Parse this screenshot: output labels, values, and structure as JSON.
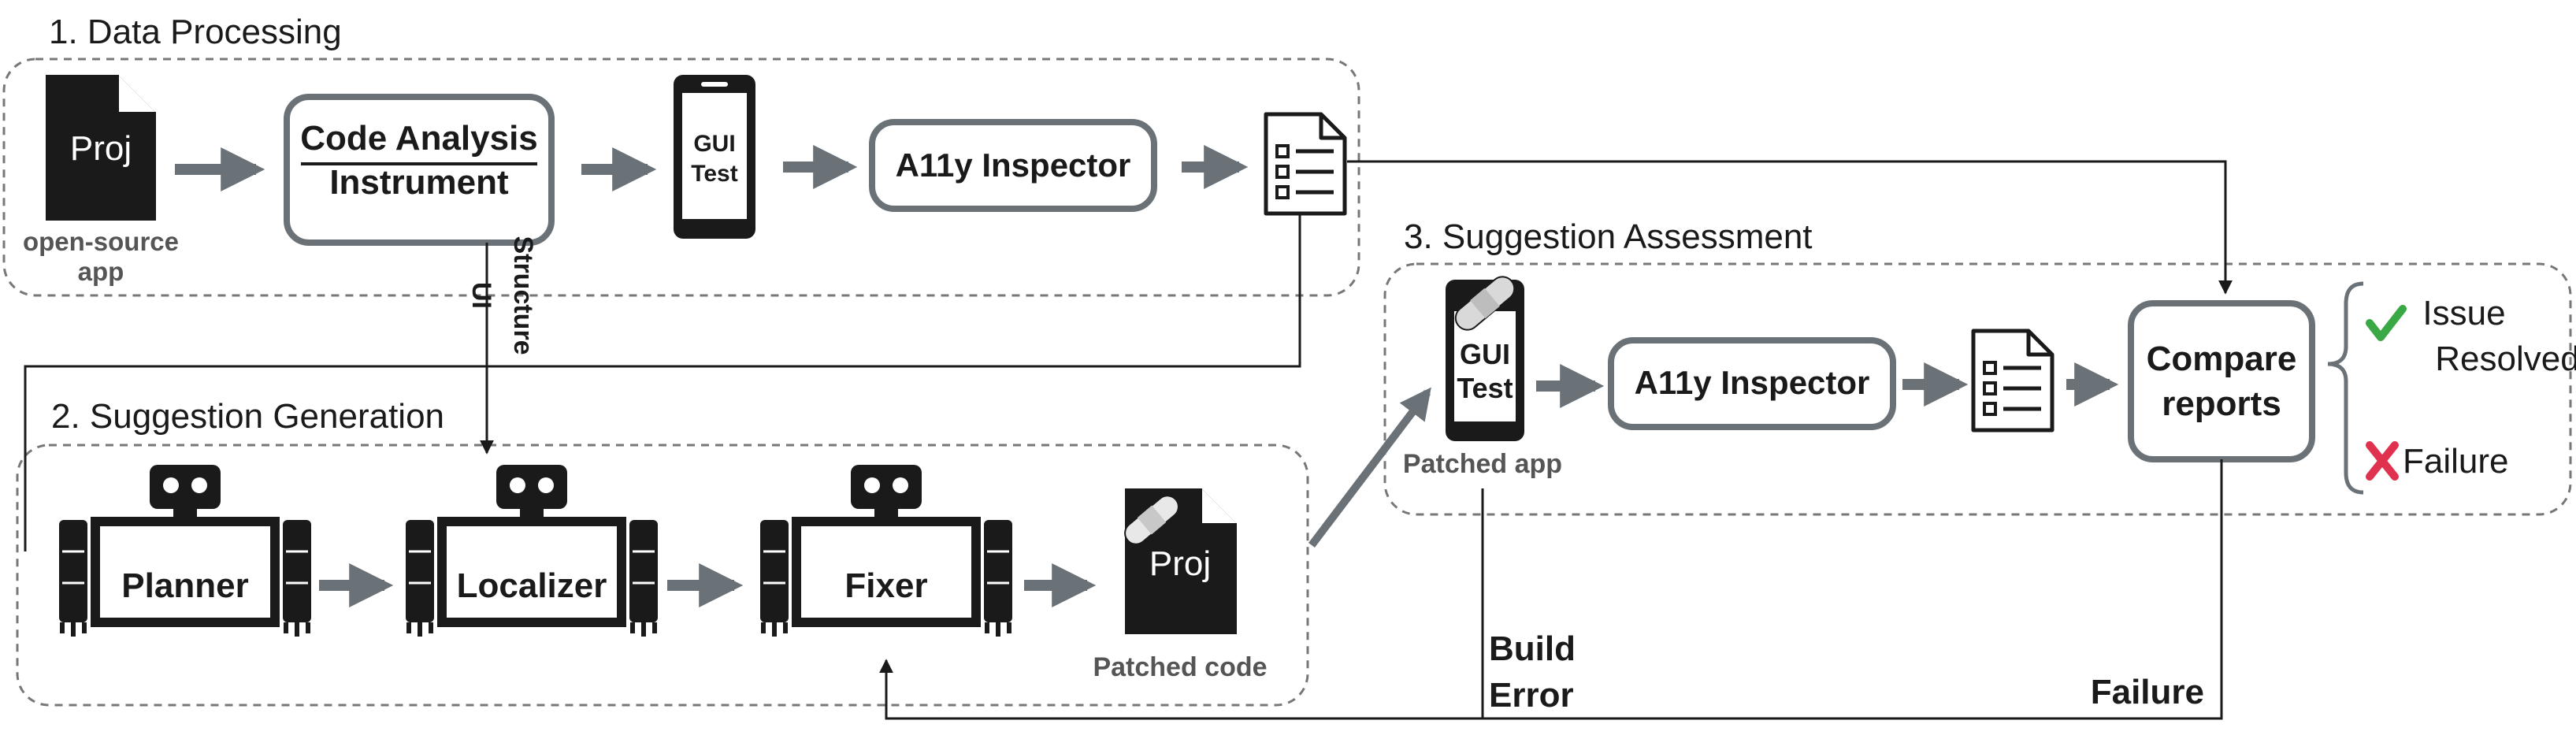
{
  "sections": {
    "data_processing": "1. Data Processing",
    "suggestion_generation": "2. Suggestion Generation",
    "suggestion_assessment": "3. Suggestion Assessment"
  },
  "nodes": {
    "proj_doc": "Proj",
    "open_source_line1": "open-source",
    "open_source_line2": "app",
    "code_analysis": "Code Analysis",
    "instrument": "Instrument",
    "gui_test_line1": "GUI",
    "gui_test_line2": "Test",
    "a11y_inspector": "A11y Inspector",
    "ui_label": "UI",
    "structure_label": "Structure",
    "planner": "Planner",
    "localizer": "Localizer",
    "fixer": "Fixer",
    "patched_proj": "Proj",
    "patched_code": "Patched code",
    "patched_gui_line1": "GUI",
    "patched_gui_line2": "Test",
    "patched_app": "Patched app",
    "a11y_inspector_2": "A11y Inspector",
    "compare_line1": "Compare",
    "compare_line2": "reports",
    "issue_line1": "Issue",
    "issue_line2": "Resolved",
    "failure_outcome": "Failure",
    "build_line1": "Build",
    "build_line2": "Error",
    "failure_loop": "Failure"
  },
  "icons": {
    "document": "document-icon",
    "phone": "phone-icon",
    "report": "report-icon",
    "robot": "robot-icon",
    "bandage": "bandage-icon",
    "check": "check-icon",
    "cross": "cross-icon"
  },
  "colors": {
    "box_border": "#6a7177",
    "arrow": "#6a7177",
    "line": "#1a1a1a",
    "check": "#3aa845",
    "cross": "#e0314f",
    "dashed": "#777777"
  }
}
